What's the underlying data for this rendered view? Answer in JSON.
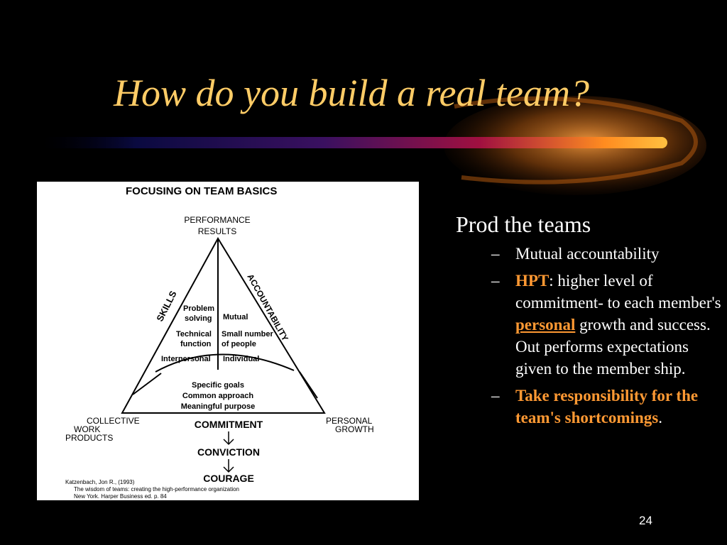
{
  "slide": {
    "title": "How do you build a real team?",
    "page_number": "24"
  },
  "figure": {
    "heading": "FOCUSING ON TEAM BASICS",
    "top_label": [
      "PERFORMANCE",
      "RESULTS"
    ],
    "left_label": [
      "COLLECTIVE",
      "WORK",
      "PRODUCTS"
    ],
    "right_label": [
      "PERSONAL",
      "GROWTH"
    ],
    "skills": "SKILLS",
    "accountability": "ACCOUNTABILITY",
    "skills_items": [
      "Problem",
      "solving",
      "Technical",
      "function",
      "Interpersonal"
    ],
    "accountability_items": [
      "Mutual",
      "Small number",
      "of people",
      "Individual"
    ],
    "commitment_items": [
      "Specific goals",
      "Common approach",
      "Meaningful purpose"
    ],
    "commitment": "COMMITMENT",
    "conviction": "CONVICTION",
    "courage": "COURAGE",
    "citation": [
      "Katzenbach, Jon R., (1993)",
      "The wisdom of teams: creating the high-performance organization",
      "New York. Harper Business ed. p. 84"
    ]
  },
  "bullets": {
    "heading": "Prod the teams",
    "item1": "Mutual accountability",
    "item2": {
      "hpt": "HPT",
      "text_a": ":  higher level of commitment-  to each member's ",
      "personal": "personal",
      "text_b": " growth and success.  Out performs expectations given to the member ship."
    },
    "item3": {
      "bold": "Take responsibility for the team's shortcomings",
      "end": "."
    },
    "dash": "–"
  },
  "colors": {
    "title": "#FFCC66",
    "accent": "#FF9933",
    "background": "#000000"
  }
}
